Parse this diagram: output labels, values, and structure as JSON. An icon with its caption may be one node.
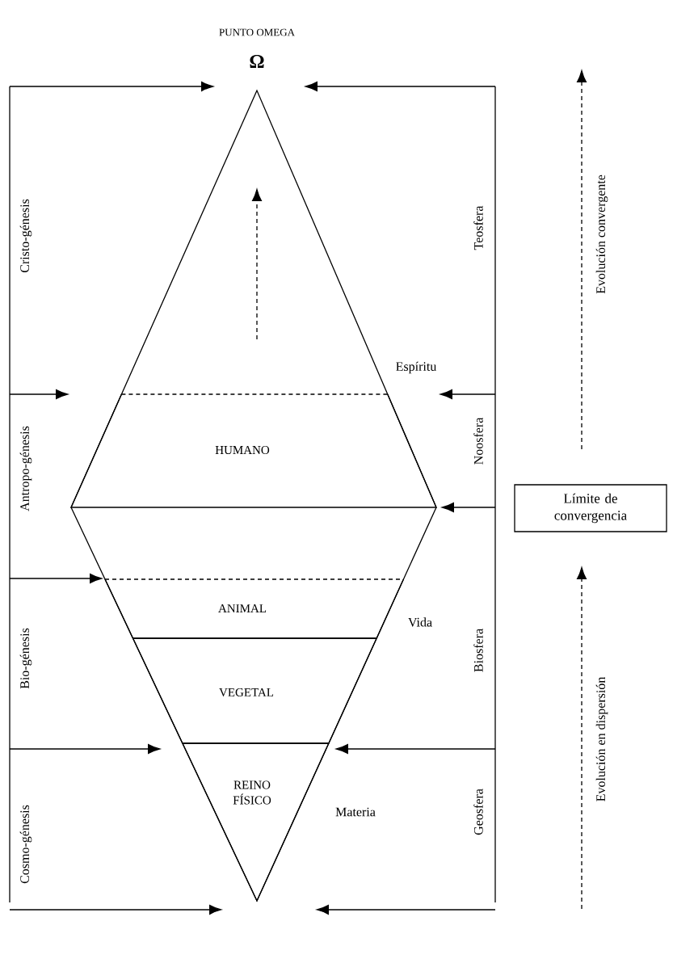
{
  "diagram": {
    "nodes": [
      {
        "text": [
          "Ω"
        ]
      },
      {
        "text": [
          "HUMANO"
        ]
      },
      {
        "text": [
          "Límite de convergencia"
        ]
      },
      {
        "text": [
          "ANIMAL"
        ]
      },
      {
        "text": [
          "VEGETAL"
        ]
      },
      {
        "text": [
          "REINO FÍSICO"
        ]
      }
    ],
    "edges": [
      {
        "from": null,
        "to": 0,
        "arrow": "to"
      },
      {
        "from": null,
        "to": 0,
        "arrow": "to"
      },
      {
        "from": null,
        "to": 1,
        "arrow": "to"
      },
      {
        "from": null,
        "to": 1,
        "arrow": "to"
      },
      {
        "from": null,
        "to": 3,
        "arrow": "to"
      },
      {
        "from": null,
        "to": 1,
        "arrow": "to"
      },
      {
        "from": null,
        "to": 5,
        "arrow": "to"
      },
      {
        "from": null,
        "to": 5,
        "arrow": "to"
      },
      {
        "from": null,
        "to": 5,
        "arrow": "to"
      },
      {
        "from": null,
        "to": 5,
        "arrow": "to"
      },
      {
        "from": 2,
        "to": null,
        "arrow": "to",
        "style": "dashed"
      },
      {
        "from": null,
        "to": 2,
        "arrow": "to",
        "style": "dashed"
      }
    ],
    "labels": [
      "PUNTO OMEGA",
      "Cristo-génesis",
      "Teosfera",
      "Evolución convergente",
      "Espíritu",
      "Noosfera",
      "Antropo-génesis",
      "Vida",
      "Biosfera",
      "Bio-génesis",
      "Evolución en dispersión",
      "Materia",
      "Geosfera",
      "Cosmo-génesis"
    ]
  }
}
